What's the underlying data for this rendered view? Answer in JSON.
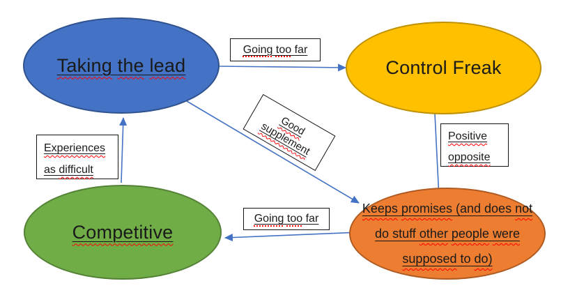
{
  "colors": {
    "background": "#FFFFFF",
    "arrow": "#4472C4",
    "spellcheck_red": "#FF0000",
    "label_box_border": "#141414",
    "node_blue_fill": "#4472C4",
    "node_blue_border": "#2F528F",
    "node_yellow_fill": "#FFC000",
    "node_yellow_border": "#BF9000",
    "node_green_fill": "#70AD47",
    "node_green_border": "#538135",
    "node_orange_fill": "#ED7D31",
    "node_orange_border": "#AE5A21"
  },
  "nodes": {
    "taking_the_lead": {
      "label": "Taking the lead",
      "w1": "Taking",
      "w2": "the",
      "w3": "lead"
    },
    "control_freak": {
      "label": "Control Freak"
    },
    "competitive": {
      "label": "Competitive"
    },
    "keeps_promises": {
      "label": "Keeps promises (and does not do stuff other people were supposed to do)",
      "l1": {
        "w1": "Keeps",
        "w2": "promises",
        "w3": "(and",
        "w4": "does",
        "w5": "not"
      },
      "l2": {
        "w1": "do",
        "w2": "stuff",
        "w3": "other",
        "w4": "people",
        "w5": "were"
      },
      "l3": {
        "w1": "supposed",
        "w2": "to",
        "w3": "do)"
      }
    }
  },
  "edge_labels": {
    "going_too_far_top": {
      "w1": "Going",
      "w2": "too",
      "w3": "far"
    },
    "good_supplement": {
      "l1": "Good",
      "l2": "supplement"
    },
    "positive_opposite": {
      "l1": "Positive",
      "l2": "opposite"
    },
    "experiences_as_difficult": {
      "l1": "Experiences",
      "l2_w1": "as",
      "l2_w2": "difficult"
    },
    "going_too_far_bottom": {
      "w1": "Going",
      "w2": "too",
      "w3": "far"
    }
  },
  "edges": [
    {
      "name": "arrow-lead-to-control",
      "from": "taking_the_lead",
      "to": "control_freak",
      "label": "Going too far"
    },
    {
      "name": "arrow-lead-to-keeps",
      "from": "taking_the_lead",
      "to": "keeps_promises",
      "label": "Good supplement"
    },
    {
      "name": "arrow-control-to-keeps",
      "from": "control_freak",
      "to": "keeps_promises",
      "label": "Positive opposite"
    },
    {
      "name": "arrow-keeps-to-competitive",
      "from": "keeps_promises",
      "to": "competitive",
      "label": "Going too far"
    },
    {
      "name": "arrow-competitive-to-lead",
      "from": "competitive",
      "to": "taking_the_lead",
      "label": "Experiences as difficult"
    }
  ]
}
